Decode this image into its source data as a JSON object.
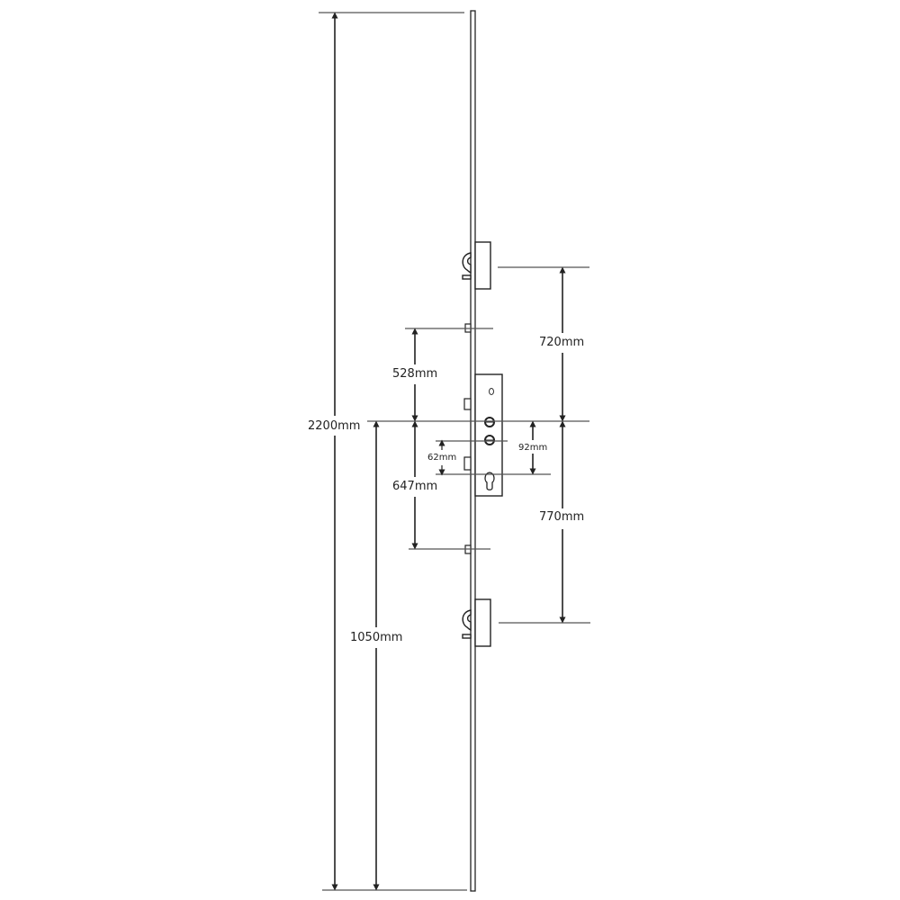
{
  "diagram": {
    "subject": "multipoint door lock",
    "colors": {
      "line": "#222222",
      "dim_line": "#555555",
      "background": "#ffffff"
    },
    "dimensions": {
      "overall_length": "2200mm",
      "floor_to_centre": "1050mm",
      "centre_to_top_hook": "720mm",
      "centre_to_bottom_hook": "770mm",
      "centre_to_upper_roller": "528mm",
      "centre_to_lower_roller": "647mm",
      "centre_to_cylinder": "92mm",
      "handle_to_cylinder": "62mm"
    }
  }
}
